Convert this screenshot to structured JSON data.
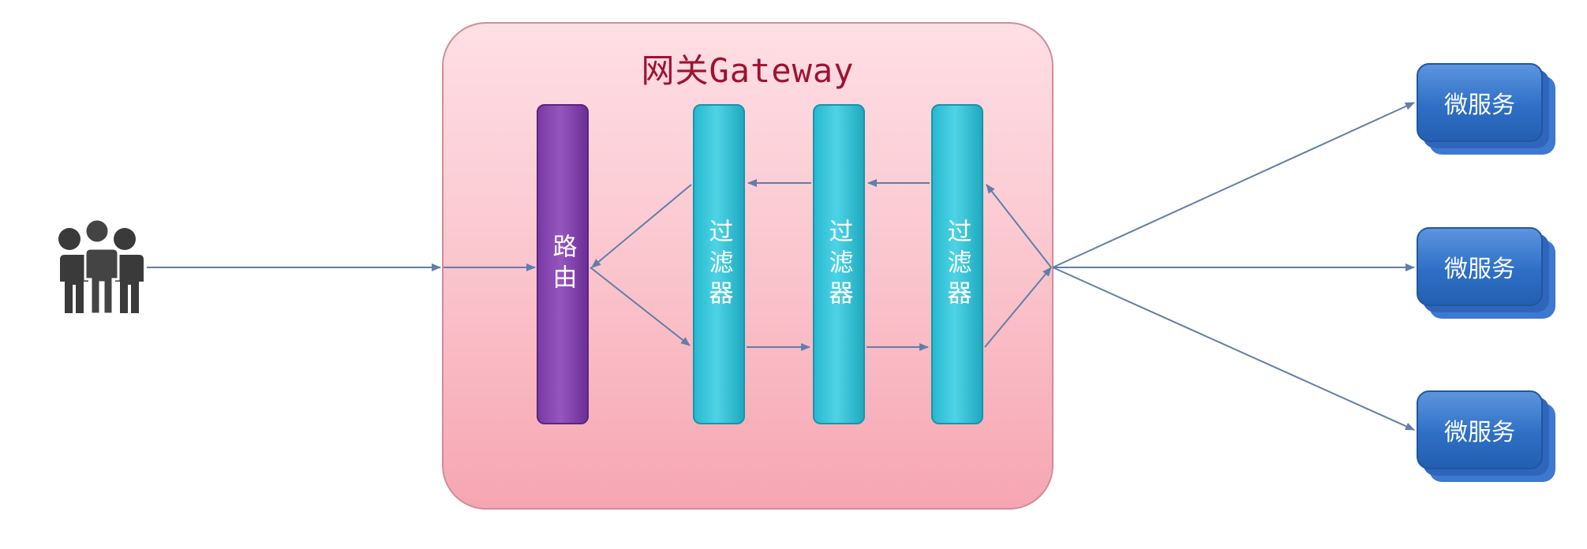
{
  "gateway": {
    "title": "网关Gateway"
  },
  "route": {
    "label": "路由"
  },
  "filters": [
    {
      "label": "过滤器"
    },
    {
      "label": "过滤器"
    },
    {
      "label": "过滤器"
    }
  ],
  "services": [
    {
      "label": "微服务"
    },
    {
      "label": "微服务"
    },
    {
      "label": "微服务"
    }
  ],
  "users": {
    "icon": "users-icon"
  },
  "colors": {
    "gateway_fill": "#fbc8d0",
    "gateway_title": "#9e1230",
    "route_fill": "#8a4bb5",
    "filter_fill": "#3cc8dc",
    "service_fill": "#2e6fc6",
    "edge": "#5f7fa8"
  }
}
